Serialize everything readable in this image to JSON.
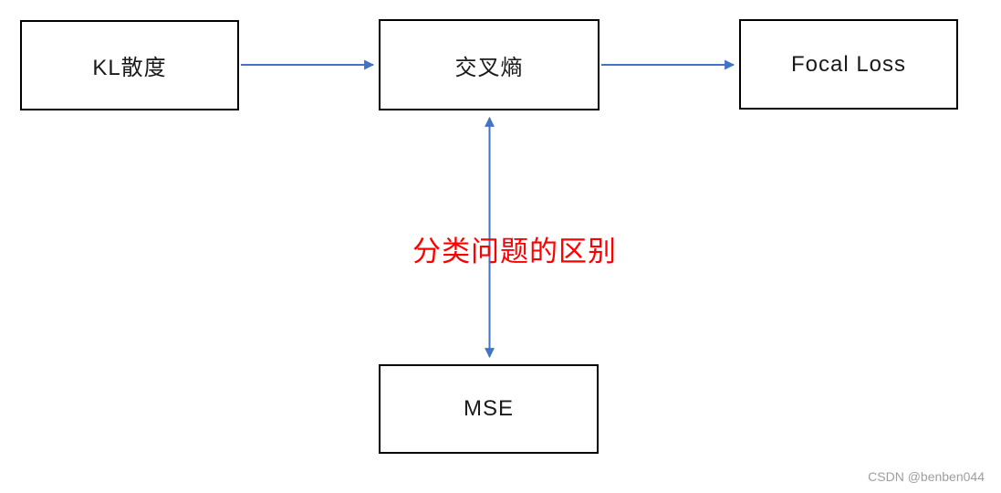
{
  "diagram": {
    "title_hint": "loss-functions-relationship-diagram",
    "nodes": [
      {
        "id": "kl-divergence",
        "label": "KL散度"
      },
      {
        "id": "cross-entropy",
        "label": "交叉熵"
      },
      {
        "id": "focal-loss",
        "label": "Focal Loss"
      },
      {
        "id": "mse",
        "label": "MSE"
      }
    ],
    "edges": [
      {
        "from": "kl-divergence",
        "to": "cross-entropy",
        "direction": "right"
      },
      {
        "from": "cross-entropy",
        "to": "focal-loss",
        "direction": "right"
      },
      {
        "from": "cross-entropy",
        "to": "mse",
        "direction": "both"
      }
    ],
    "annotation": {
      "text": "分类问题的区别",
      "color": "#ff0000"
    },
    "watermark": {
      "text": "CSDN @benben044",
      "color": "#9e9e9e"
    },
    "colors": {
      "arrow": "#4472c4",
      "box_border": "#000000",
      "box_fill": "#ffffff",
      "label_text": "#1a1a1a"
    }
  }
}
